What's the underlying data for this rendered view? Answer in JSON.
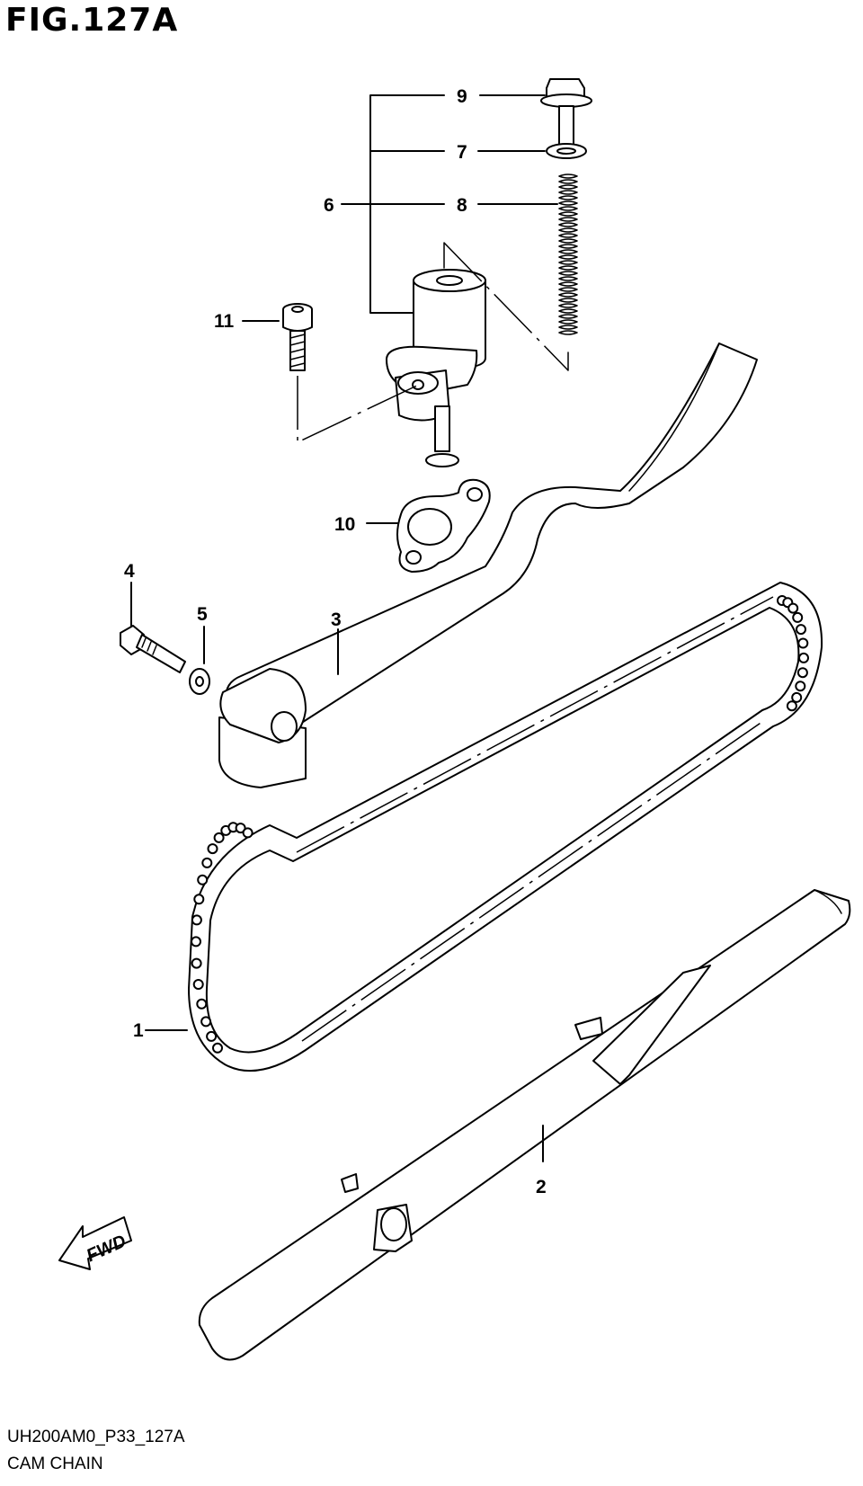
{
  "figure": {
    "title": "FIG.127A"
  },
  "callouts": {
    "c1": "1",
    "c2": "2",
    "c3": "3",
    "c4": "4",
    "c5": "5",
    "c6": "6",
    "c7": "7",
    "c8": "8",
    "c9": "9",
    "c10": "10",
    "c11": "11"
  },
  "fwd_label": "FWD",
  "footer": {
    "code": "UH200AM0_P33_127A",
    "name": "CAM CHAIN"
  }
}
